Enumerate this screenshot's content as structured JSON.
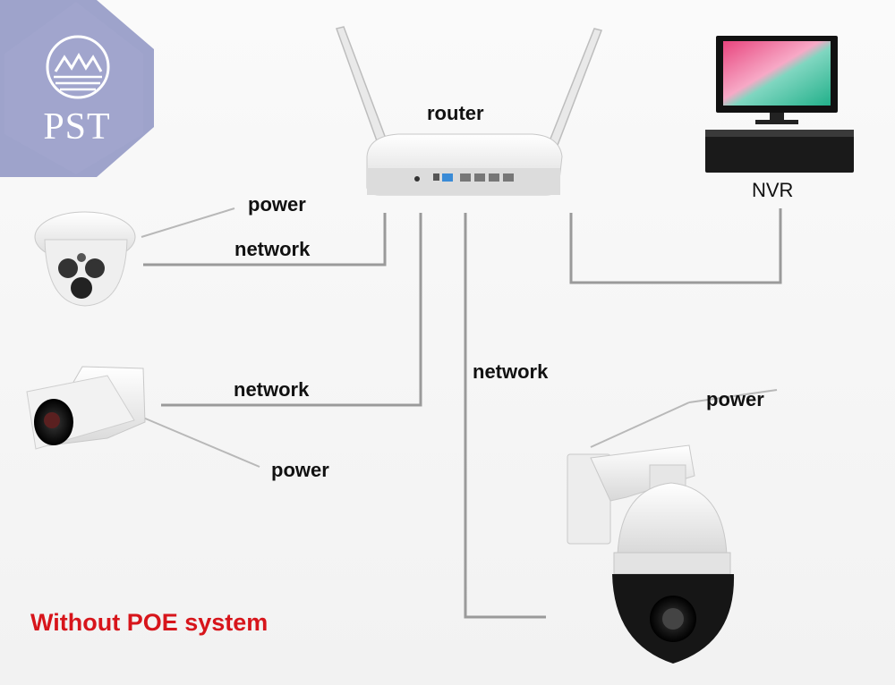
{
  "logo": {
    "text": "PST"
  },
  "labels": {
    "router": "router",
    "nvr": "NVR",
    "dome_power": "power",
    "dome_network": "network",
    "bullet_network": "network",
    "bullet_power": "power",
    "ptz_network": "network",
    "ptz_power": "power"
  },
  "caption": "Without POE system",
  "colors": {
    "caption": "#d7151b",
    "logo_bg": "#9aa0c8",
    "line": "#9a9a9a"
  }
}
